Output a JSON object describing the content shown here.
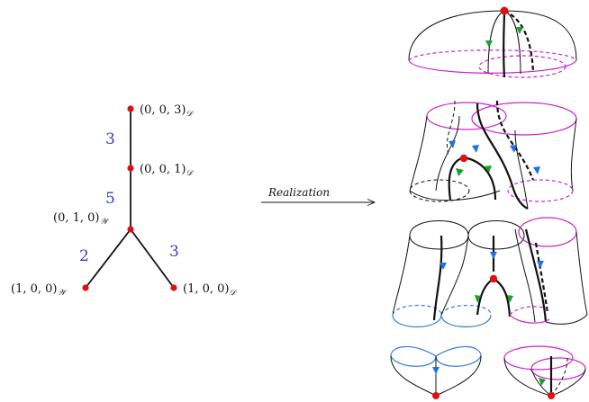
{
  "colors": {
    "edge_weight": "#3a3acc",
    "vertex": "#e01010",
    "circle_magenta": "#cc22cc",
    "circle_blue": "#2f7fd8",
    "arrow_blue": "#1a72e8",
    "arrow_green": "#18a02a",
    "line": "#111111"
  },
  "graph": {
    "vertices": [
      {
        "coord": "(0, 0, 3)",
        "sub": "𝒟"
      },
      {
        "coord": "(0, 0, 1)",
        "sub": "𝒟"
      },
      {
        "coord": "(0, 1, 0)",
        "sub": "𝒲"
      },
      {
        "coord": "(1, 0, 0)",
        "sub": "𝒲"
      },
      {
        "coord": "(1, 0, 0)",
        "sub": "𝒟"
      }
    ],
    "weights": [
      "3",
      "5",
      "2",
      "3"
    ]
  },
  "arrow_label": "Realization"
}
